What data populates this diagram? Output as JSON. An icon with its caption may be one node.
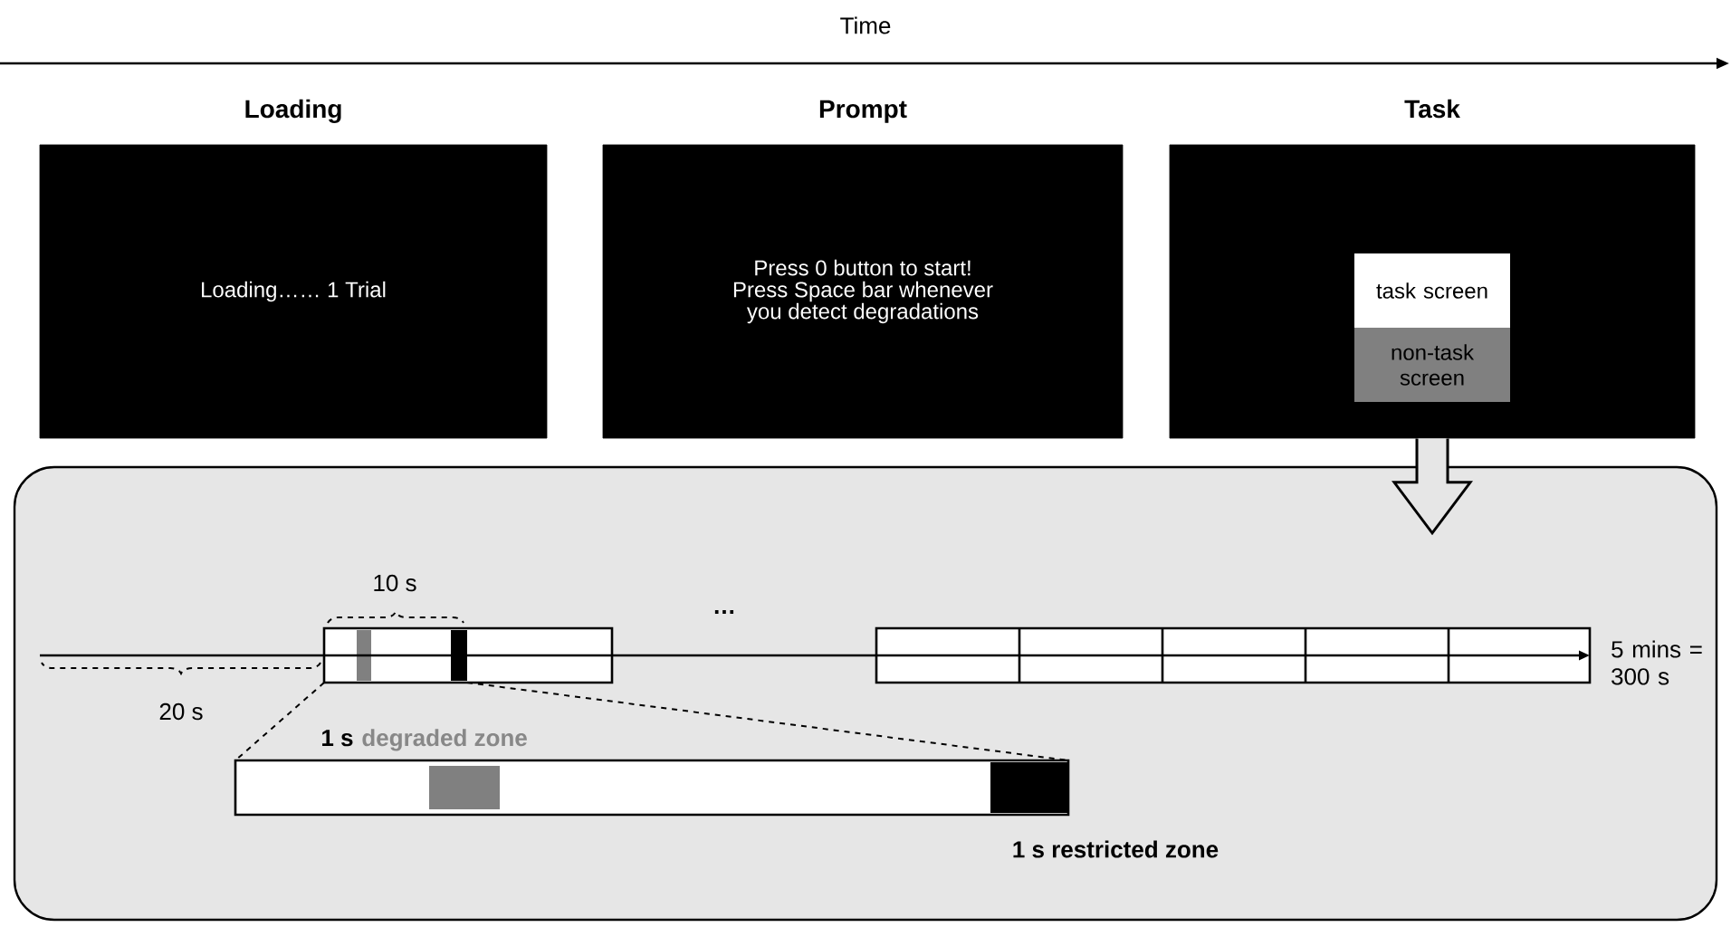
{
  "diagram": {
    "nodes": [
      {
        "text": [
          "Loading",
          "Loading…… 1 Trial"
        ]
      },
      {
        "text": [
          "Prompt",
          "Press 0 button to start! Press Space bar whenever you detect degradations"
        ]
      },
      {
        "text": [
          "Task"
        ]
      },
      {
        "text": [
          "task screen"
        ],
        "in": 2
      },
      {
        "text": [
          "non-task screen"
        ],
        "in": 2
      },
      {
        "text": [],
        "shape": "box"
      }
    ],
    "edges": [
      {
        "from": 2,
        "to": 5,
        "arrow": "to"
      }
    ],
    "labels": [
      "Time",
      "10 s",
      "…",
      "20 s",
      "5 mins = 300 s",
      "1 s",
      "degraded zone",
      "1 s restricted zone"
    ]
  }
}
